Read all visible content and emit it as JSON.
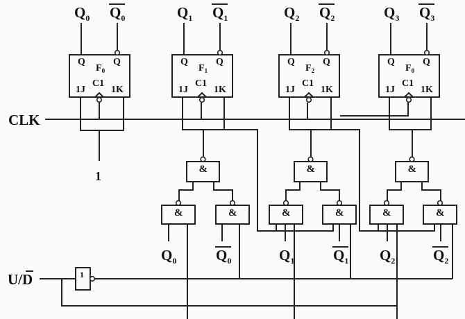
{
  "diagram": {
    "title": "",
    "type": "4-bit synchronous up/down counter (JK flip-flops)",
    "inputs": {
      "clk_label": "CLK",
      "const_one_label": "1",
      "updown_label_main": "U/",
      "updown_label_bar": "D",
      "inverter_label": "1"
    },
    "flipflops": [
      {
        "name": "F",
        "sub": "0",
        "q": "Q",
        "qbar": "Q",
        "j": "1J",
        "c": "C1",
        "k": "1K",
        "out_main": "Q",
        "out_sub": "0"
      },
      {
        "name": "F",
        "sub": "1",
        "q": "Q",
        "qbar": "Q",
        "j": "1J",
        "c": "C1",
        "k": "1K",
        "out_main": "Q",
        "out_sub": "1"
      },
      {
        "name": "F",
        "sub": "2",
        "q": "Q",
        "qbar": "Q",
        "j": "1J",
        "c": "C1",
        "k": "1K",
        "out_main": "Q",
        "out_sub": "2"
      },
      {
        "name": "F",
        "sub": "0",
        "q": "Q",
        "qbar": "Q",
        "j": "1J",
        "c": "C1",
        "k": "1K",
        "out_main": "Q",
        "out_sub": "3"
      }
    ],
    "gates": {
      "and_symbol": "&"
    },
    "gate_inputs": [
      {
        "main": "Q",
        "sub": "0",
        "bar": false
      },
      {
        "main": "Q",
        "sub": "0",
        "bar": true
      },
      {
        "main": "Q",
        "sub": "1",
        "bar": false
      },
      {
        "main": "Q",
        "sub": "1",
        "bar": true
      },
      {
        "main": "Q",
        "sub": "2",
        "bar": false
      },
      {
        "main": "Q",
        "sub": "2",
        "bar": true
      }
    ]
  }
}
